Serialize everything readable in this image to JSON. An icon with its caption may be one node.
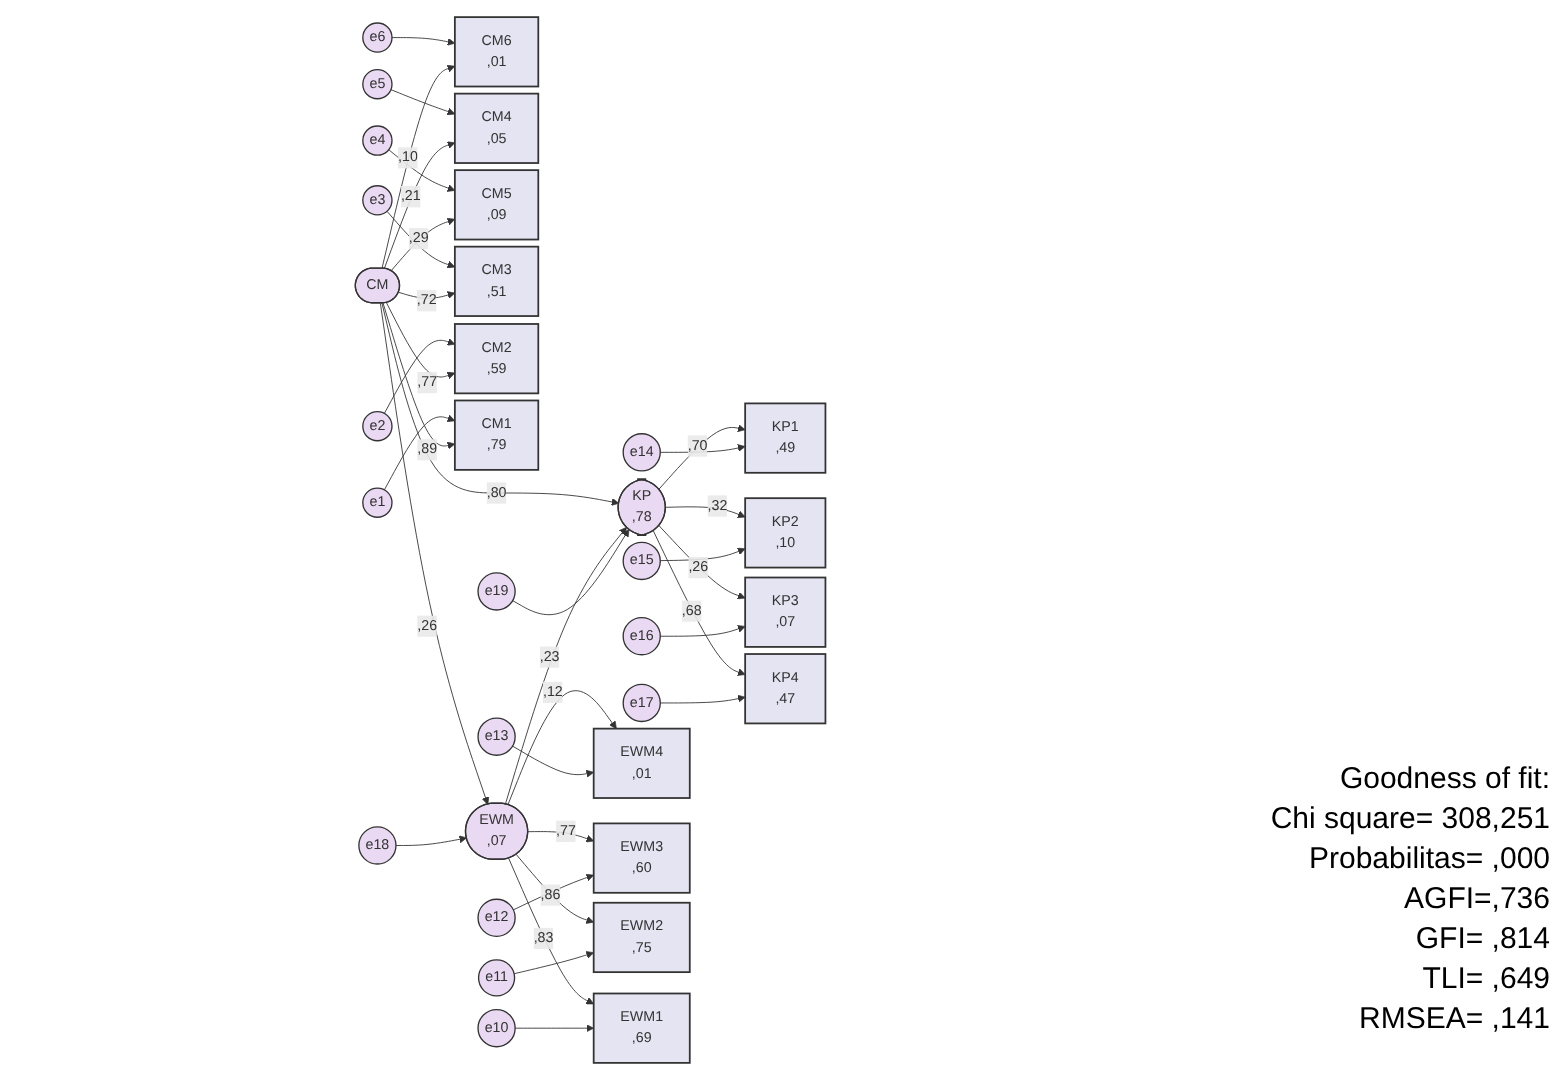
{
  "diagram": {
    "nodes": [
      {
        "text": [
          "CM"
        ]
      },
      {
        "text": [
          "CM6",
          ",01"
        ]
      },
      {
        "text": [
          "CM4",
          ",05"
        ]
      },
      {
        "text": [
          "CM5",
          ",09"
        ]
      },
      {
        "text": [
          "CM3",
          ",51"
        ]
      },
      {
        "text": [
          "CM2",
          ",59"
        ]
      },
      {
        "text": [
          "CM1",
          ",79"
        ]
      },
      {
        "text": [
          "e6"
        ]
      },
      {
        "text": [
          "e5"
        ]
      },
      {
        "text": [
          "e4"
        ]
      },
      {
        "text": [
          "e3"
        ]
      },
      {
        "text": [
          "e2"
        ]
      },
      {
        "text": [
          "e1"
        ]
      },
      {
        "text": [
          "e19"
        ]
      },
      {
        "text": [
          "KP",
          ",78"
        ]
      },
      {
        "text": [
          "KP1",
          ",49"
        ]
      },
      {
        "text": [
          "KP2",
          ",10"
        ]
      },
      {
        "text": [
          "KP3",
          ",07"
        ]
      },
      {
        "text": [
          "KP4",
          ",47"
        ]
      },
      {
        "text": [
          "e14"
        ]
      },
      {
        "text": [
          "e15"
        ]
      },
      {
        "text": [
          "e16"
        ]
      },
      {
        "text": [
          "e17"
        ]
      },
      {
        "text": [
          "e18"
        ]
      },
      {
        "text": [
          "EWM",
          ",07"
        ]
      },
      {
        "text": [
          "EWM4",
          ",01"
        ]
      },
      {
        "text": [
          "EWM3",
          ",60"
        ]
      },
      {
        "text": [
          "EWM2",
          ",75"
        ]
      },
      {
        "text": [
          "EWM1",
          ",69"
        ]
      },
      {
        "text": [
          "e13"
        ]
      },
      {
        "text": [
          "e12"
        ]
      },
      {
        "text": [
          "e11"
        ]
      },
      {
        "text": [
          "e10"
        ]
      }
    ],
    "edges": [
      {
        "from": 7,
        "to": 1,
        "arrow": "to"
      },
      {
        "from": 8,
        "to": 2,
        "arrow": "to"
      },
      {
        "from": 9,
        "to": 3,
        "arrow": "to"
      },
      {
        "from": 10,
        "to": 4,
        "arrow": "to"
      },
      {
        "from": 11,
        "to": 5,
        "arrow": "to"
      },
      {
        "from": 12,
        "to": 6,
        "arrow": "to"
      },
      {
        "from": 0,
        "to": 1,
        "arrow": "to",
        "label": ",10"
      },
      {
        "from": 0,
        "to": 2,
        "arrow": "to",
        "label": ",21"
      },
      {
        "from": 0,
        "to": 3,
        "arrow": "to",
        "label": ",29"
      },
      {
        "from": 0,
        "to": 4,
        "arrow": "to",
        "label": ",72"
      },
      {
        "from": 0,
        "to": 5,
        "arrow": "to",
        "label": ",77"
      },
      {
        "from": 0,
        "to": 6,
        "arrow": "to",
        "label": ",89"
      },
      {
        "from": 0,
        "to": 14,
        "arrow": "to",
        "label": ",80"
      },
      {
        "from": 0,
        "to": 24,
        "arrow": "to",
        "label": ",26"
      },
      {
        "from": 24,
        "to": 14,
        "arrow": "to",
        "label": ",23"
      },
      {
        "from": 13,
        "to": 14,
        "arrow": "to"
      },
      {
        "from": 23,
        "to": 24,
        "arrow": "to"
      },
      {
        "from": 14,
        "to": 15,
        "arrow": "to",
        "label": ",70"
      },
      {
        "from": 14,
        "to": 16,
        "arrow": "to",
        "label": ",32"
      },
      {
        "from": 14,
        "to": 17,
        "arrow": "to",
        "label": ",26"
      },
      {
        "from": 14,
        "to": 18,
        "arrow": "to",
        "label": ",68"
      },
      {
        "from": 19,
        "to": 15,
        "arrow": "to"
      },
      {
        "from": 20,
        "to": 16,
        "arrow": "to"
      },
      {
        "from": 21,
        "to": 17,
        "arrow": "to"
      },
      {
        "from": 22,
        "to": 18,
        "arrow": "to"
      },
      {
        "from": 24,
        "to": 25,
        "arrow": "to",
        "label": ",12"
      },
      {
        "from": 24,
        "to": 26,
        "arrow": "to",
        "label": ",77"
      },
      {
        "from": 24,
        "to": 27,
        "arrow": "to",
        "label": ",86"
      },
      {
        "from": 24,
        "to": 28,
        "arrow": "to",
        "label": ",83"
      },
      {
        "from": 29,
        "to": 25,
        "arrow": "to"
      },
      {
        "from": 30,
        "to": 26,
        "arrow": "to"
      },
      {
        "from": 31,
        "to": 27,
        "arrow": "to"
      },
      {
        "from": 32,
        "to": 28,
        "arrow": "to"
      }
    ],
    "labels": [
      "Goodness of fit:",
      "Chi square= 308,251",
      "Probabilitas= ,000",
      "AGFI=,736",
      "GFI= ,814",
      "TLI= ,649",
      "RMSEA= ,141"
    ]
  }
}
